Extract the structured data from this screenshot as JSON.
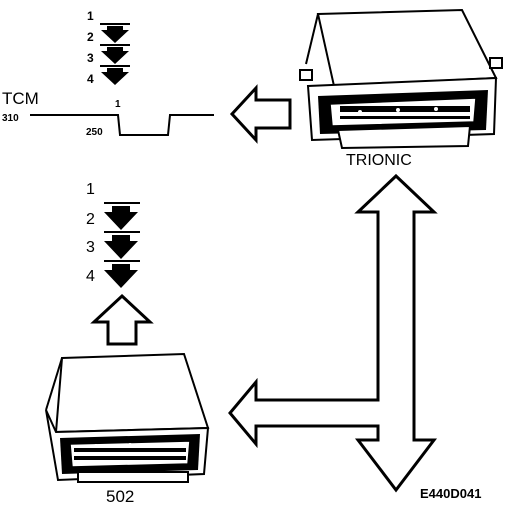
{
  "diagram": {
    "tcm_label": "TCM",
    "tcm_gears": [
      "1",
      "2",
      "3",
      "4"
    ],
    "signal": {
      "level_high": "310",
      "level_low": "250",
      "pulse_marker": "1"
    },
    "trionic_label": "TRIONIC",
    "ecu502_label": "502",
    "ecu502_gears": [
      "1",
      "2",
      "3",
      "4"
    ],
    "figure_code": "E440D041"
  },
  "colors": {
    "ink": "#000000",
    "paper": "#ffffff"
  },
  "icons": [
    "gear-down-arrow-icon",
    "hollow-arrow-icon",
    "double-arrow-icon",
    "control-module-icon"
  ]
}
